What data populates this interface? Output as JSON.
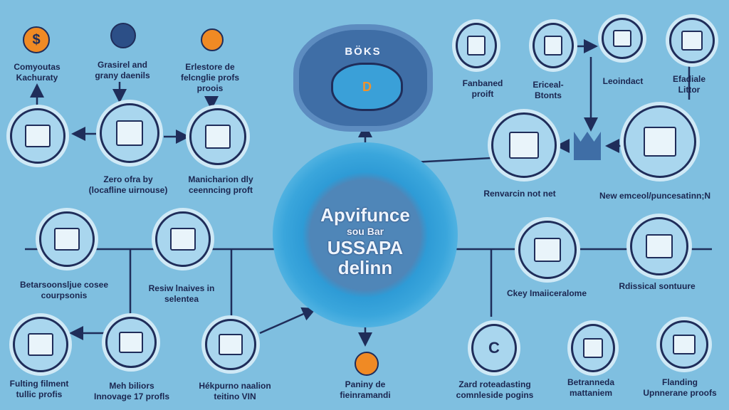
{
  "center": {
    "line1": "Apvifunce",
    "line2": "sou Bar",
    "line3": "USSAPA",
    "line4": "delinn"
  },
  "top_blob": {
    "title": "BÖKS",
    "badge": "D"
  },
  "left_nodes": {
    "top_labels": [
      [
        "Comyoutas",
        "Kachuraty"
      ],
      [
        "Grasirel and",
        "grany daenils"
      ],
      [
        "Erlestore de",
        "felcnglie profs",
        "proois"
      ]
    ],
    "row2_labels": [
      [
        "Zero ofra by",
        "(locafline uirnouse)"
      ],
      [
        "Manicharion dly",
        "ceenncing proft"
      ]
    ],
    "row3_labels": [
      [
        "Betarsoonsljue cosee",
        "courpsonis"
      ],
      [
        "Resiw lnaives in",
        "selentea"
      ]
    ],
    "row4_labels": [
      [
        "Fulting filment",
        "tullic profis"
      ],
      [
        "Meh biliors",
        "Innovage 17 profls"
      ],
      [
        "Hékpurno naalion",
        "teitino VIN"
      ]
    ]
  },
  "right_nodes": {
    "top_labels": [
      [
        "Fanbaned",
        "proift"
      ],
      [
        "Ericeal-",
        "Btonts"
      ],
      [
        "Leoindact"
      ],
      [
        "Efadiale",
        "Littor"
      ]
    ],
    "row2_labels": [
      [
        "Renvarcin not net"
      ],
      [
        "New emceol/puncesatinn;N"
      ]
    ],
    "row3_labels": [
      [
        "Ckey Imaiiceralome"
      ],
      [
        "Rdissical sontuure"
      ]
    ],
    "row4_labels": [
      [
        "Zard roteadasting",
        "comnleside pogins"
      ],
      [
        "Betranneda",
        "mattaniem"
      ],
      [
        "Flanding",
        "Upnnerane proofs"
      ]
    ]
  },
  "bottom_center": {
    "label": [
      "Paniny de",
      "fieinramandi"
    ]
  },
  "icons": {
    "dollar": "$",
    "coin": "C"
  },
  "colors": {
    "background": "#7fbfe0",
    "ink": "#1f2d5a",
    "accent": "#f08a24"
  }
}
